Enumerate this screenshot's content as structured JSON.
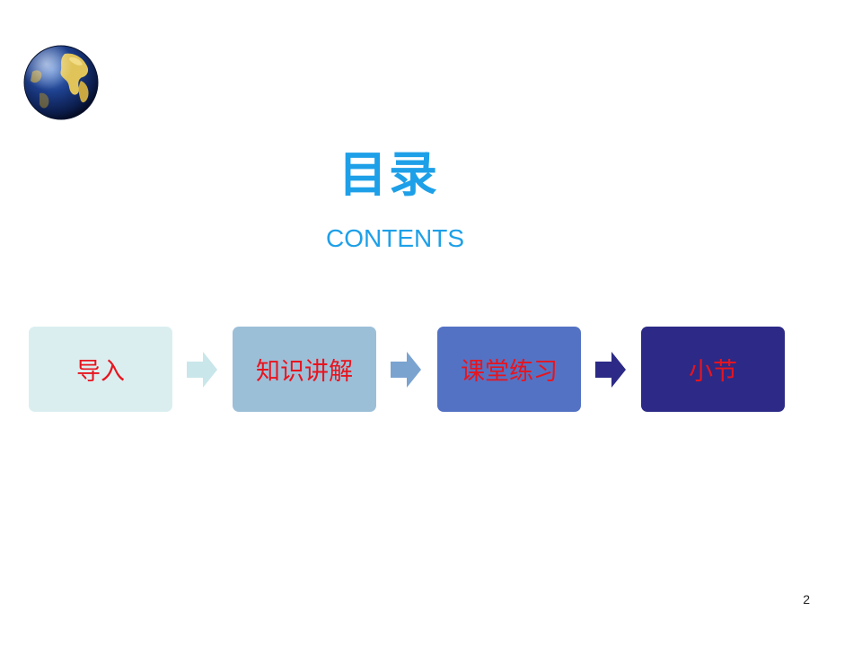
{
  "slide": {
    "title": "目录",
    "subtitle": "CONTENTS",
    "page_number": "2"
  },
  "steps": [
    {
      "label": "导入",
      "color": "#daeef0"
    },
    {
      "label": "知识讲解",
      "color": "#9cbfd8"
    },
    {
      "label": "课堂练习",
      "color": "#5472c4"
    },
    {
      "label": "小节",
      "color": "#2c2a86"
    }
  ],
  "arrows": [
    {
      "color": "#c9e6ea"
    },
    {
      "color": "#7aa3d0"
    },
    {
      "color": "#2c2a86"
    }
  ],
  "colors": {
    "title": "#1ea0e8",
    "step_text": "#e8141e"
  },
  "icons": {
    "logo": "globe-icon"
  }
}
